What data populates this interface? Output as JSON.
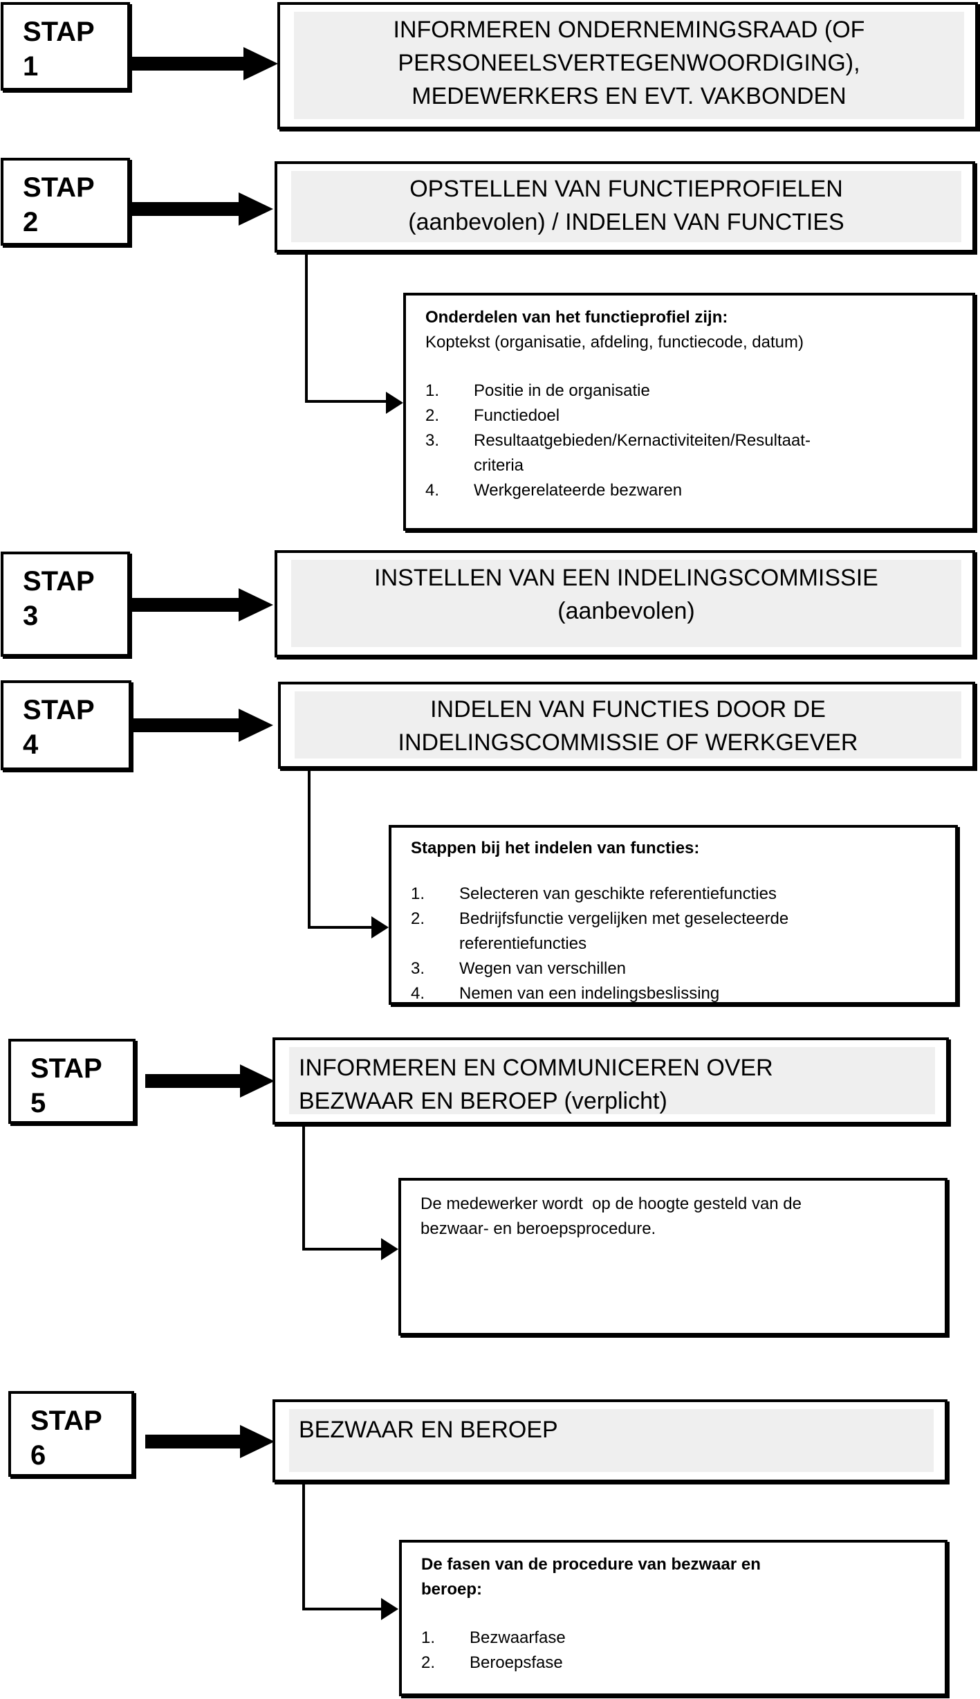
{
  "diagram": {
    "language": "nl",
    "colors": {
      "box_fill": "#efefef",
      "line": "#000000",
      "background": "#ffffff"
    },
    "steps": [
      {
        "label": "STAP",
        "number": "1",
        "title": "INFORMEREN ONDERNEMINGSRAAD (OF\nPERSONEELSVERTEGENWOORDIGING),\nMEDEWERKERS EN EVT. VAKBONDEN"
      },
      {
        "label": "STAP",
        "number": "2",
        "title": "OPSTELLEN VAN FUNCTIEPROFIELEN\n(aanbevolen) / INDELEN VAN FUNCTIES"
      },
      {
        "label": "STAP",
        "number": "3",
        "title": "INSTELLEN VAN EEN INDELINGSCOMMISSIE\n(aanbevolen)"
      },
      {
        "label": "STAP",
        "number": "4",
        "title": "INDELEN VAN FUNCTIES DOOR DE\nINDELINGSCOMMISSIE OF WERKGEVER"
      },
      {
        "label": "STAP",
        "number": "5",
        "title": "INFORMEREN EN COMMUNICEREN OVER\nBEZWAAR EN BEROEP (verplicht)"
      },
      {
        "label": "STAP",
        "number": "6",
        "title": "BEZWAAR EN BEROEP"
      }
    ],
    "details": {
      "step2_detail": {
        "heading": "Onderdelen van het functieprofiel zijn:",
        "subheading": "Koptekst (organisatie, afdeling, functiecode, datum)",
        "items": [
          {
            "num": "1.",
            "text": "Positie in de organisatie"
          },
          {
            "num": "2.",
            "text": "Functiedoel"
          },
          {
            "num": "3.",
            "text": "Resultaatgebieden/Kernactiviteiten/Resultaat-\ncriteria"
          },
          {
            "num": "4.",
            "text": "Werkgerelateerde bezwaren"
          }
        ]
      },
      "step4_detail": {
        "heading": "Stappen bij het indelen van functies:",
        "items": [
          {
            "num": "1.",
            "text": "Selecteren van geschikte referentiefuncties"
          },
          {
            "num": "2.",
            "text": "Bedrijfsfunctie vergelijken met geselecteerde\nreferentiefuncties"
          },
          {
            "num": "3.",
            "text": "Wegen van verschillen"
          },
          {
            "num": "4.",
            "text": "Nemen van een indelingsbeslissing"
          }
        ]
      },
      "step5_detail": {
        "body": "De medewerker wordt  op de hoogte gesteld van de\nbezwaar- en beroepsprocedure."
      },
      "step6_detail": {
        "heading": "De fasen van de procedure van bezwaar en\nberoep:",
        "items": [
          {
            "num": "1.",
            "text": "Bezwaarfase"
          },
          {
            "num": "2.",
            "text": "Beroepsfase"
          }
        ]
      }
    }
  }
}
